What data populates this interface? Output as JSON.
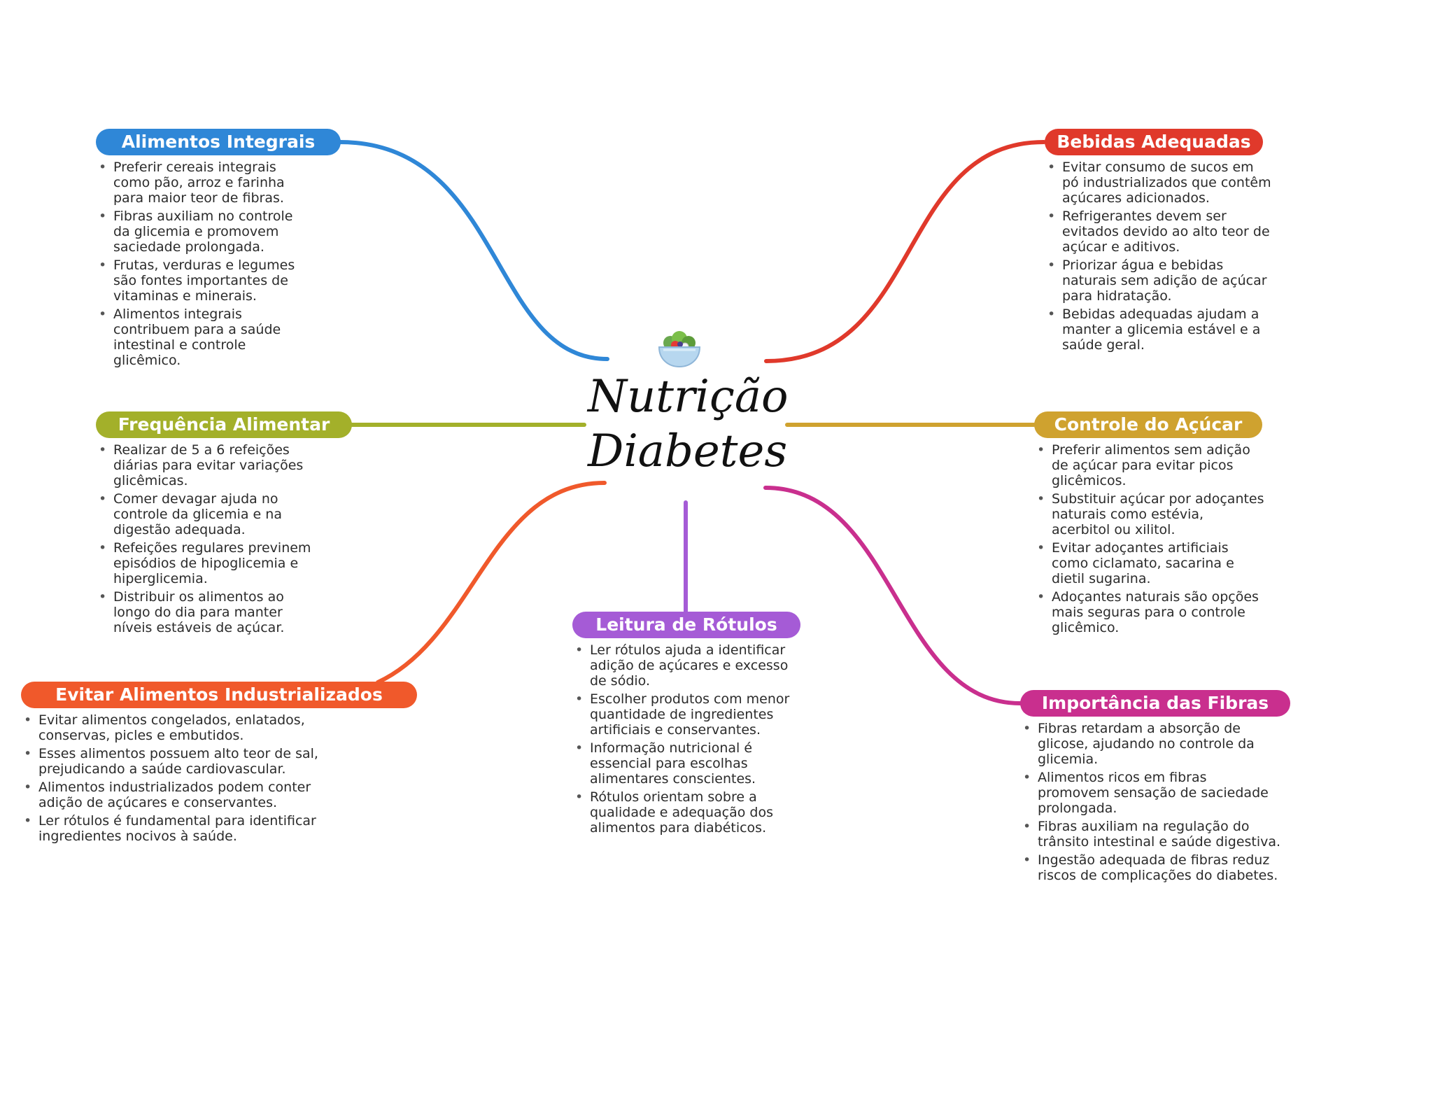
{
  "center": {
    "icon": "salad-bowl-icon",
    "title_line1": "Nutrição",
    "title_line2": "Diabetes"
  },
  "branches": [
    {
      "key": "integrais",
      "title": "Alimentos Integrais",
      "color": "#2f87d7",
      "items": [
        "Preferir cereais integrais como pão, arroz e farinha para maior teor de fibras.",
        "Fibras auxiliam no controle da glicemia e promovem saciedade prolongada.",
        "Frutas, verduras e legumes são fontes importantes de vitaminas e minerais.",
        "Alimentos integrais contribuem para a saúde intestinal e controle glicêmico."
      ]
    },
    {
      "key": "bebidas",
      "title": "Bebidas Adequadas",
      "color": "#e0392b",
      "items": [
        "Evitar consumo de sucos em pó industrializados que contêm açúcares adicionados.",
        "Refrigerantes devem ser evitados devido ao alto teor de açúcar e aditivos.",
        "Priorizar água e bebidas naturais sem adição de açúcar para hidratação.",
        "Bebidas adequadas ajudam a manter a glicemia estável e a saúde geral."
      ]
    },
    {
      "key": "frequencia",
      "title": "Frequência Alimentar",
      "color": "#a3b02a",
      "items": [
        "Realizar de 5 a 6 refeições diárias para evitar variações glicêmicas.",
        "Comer devagar ajuda no controle da glicemia e na digestão adequada.",
        "Refeições regulares previnem episódios de hipoglicemia e hiperglicemia.",
        "Distribuir os alimentos ao longo do dia para manter níveis estáveis de açúcar."
      ]
    },
    {
      "key": "acucar",
      "title": "Controle do Açúcar",
      "color": "#cfa22f",
      "items": [
        "Preferir alimentos sem adição de açúcar para evitar picos glicêmicos.",
        "Substituir açúcar por adoçantes naturais como estévia, acerbitol ou xilitol.",
        "Evitar adoçantes artificiais como ciclamato, sacarina e dietil sugarina.",
        "Adoçantes naturais são opções mais seguras para o controle glicêmico."
      ]
    },
    {
      "key": "rotulos",
      "title": "Leitura de Rótulos",
      "color": "#a55bd6",
      "items": [
        "Ler rótulos ajuda a identificar adição de açúcares e excesso de sódio.",
        "Escolher produtos com menor quantidade de ingredientes artificiais e conservantes.",
        "Informação nutricional é essencial para escolhas alimentares conscientes.",
        "Rótulos orientam sobre a qualidade e adequação dos alimentos para diabéticos."
      ]
    },
    {
      "key": "industrializados",
      "title": "Evitar Alimentos Industrializados",
      "color": "#f0592b",
      "items": [
        "Evitar alimentos congelados, enlatados, conservas, picles e embutidos.",
        "Esses alimentos possuem alto teor de sal, prejudicando a saúde cardiovascular.",
        "Alimentos industrializados podem conter adição de açúcares e conservantes.",
        "Ler rótulos é fundamental para identificar ingredientes nocivos à saúde."
      ]
    },
    {
      "key": "fibras",
      "title": "Importância das Fibras",
      "color": "#c92f8e",
      "items": [
        "Fibras retardam a absorção de glicose, ajudando no controle da glicemia.",
        "Alimentos ricos em fibras promovem sensação de saciedade prolongada.",
        "Fibras auxiliam na regulação do trânsito intestinal e saúde digestiva.",
        "Ingestão adequada de fibras reduz riscos de complicações do diabetes."
      ]
    }
  ]
}
